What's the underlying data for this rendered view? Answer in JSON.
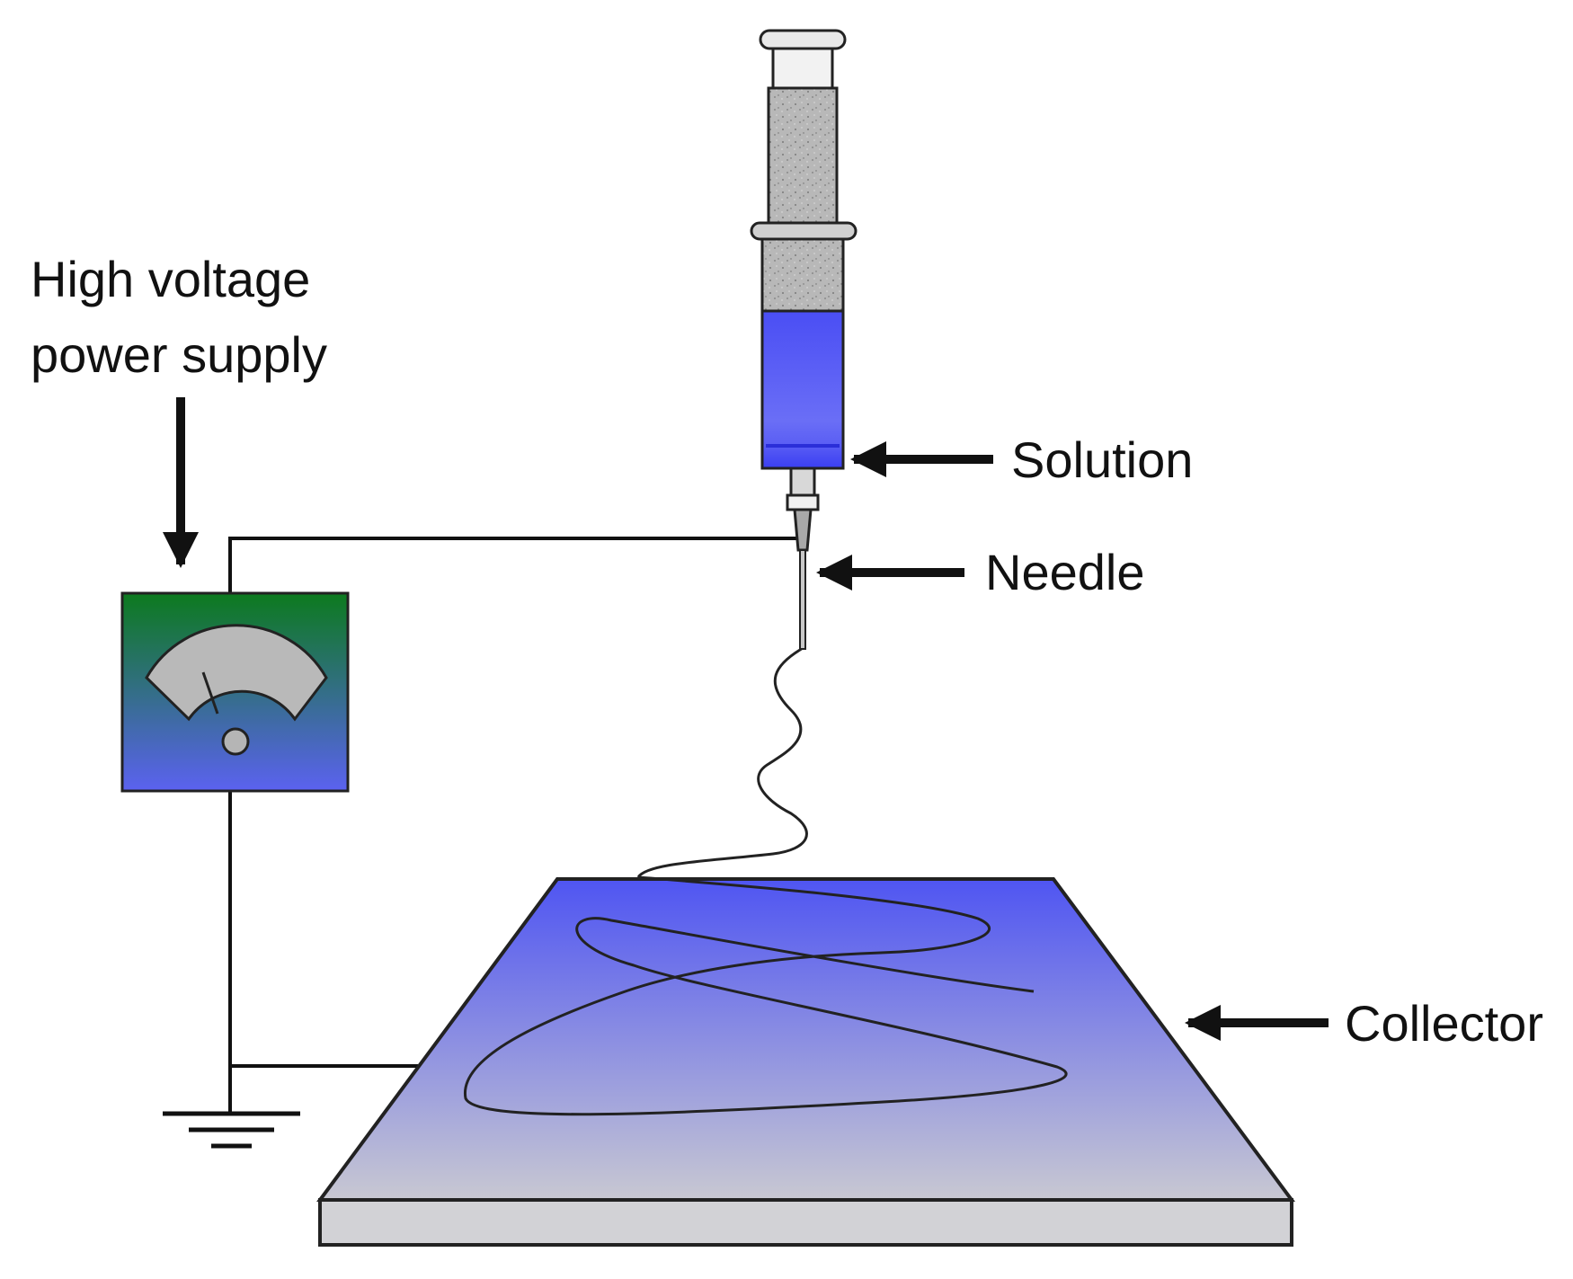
{
  "labels": {
    "power_supply_line1": "High voltage",
    "power_supply_line2": "power supply",
    "solution": "Solution",
    "needle": "Needle",
    "collector": "Collector"
  },
  "colors": {
    "meter_top": "#0c7a1e",
    "meter_bottom": "#5b62f0",
    "solution": "#3a3ef2",
    "collector_top": "#4f55f2",
    "collector_bottom": "#c8c8d2",
    "collector_edge": "#d2d2d6",
    "syringe_fill": "#b5b5b5",
    "line": "#111111"
  },
  "icons": {
    "meter": "voltmeter-icon",
    "ground": "ground-symbol-icon",
    "syringe": "syringe-icon"
  }
}
